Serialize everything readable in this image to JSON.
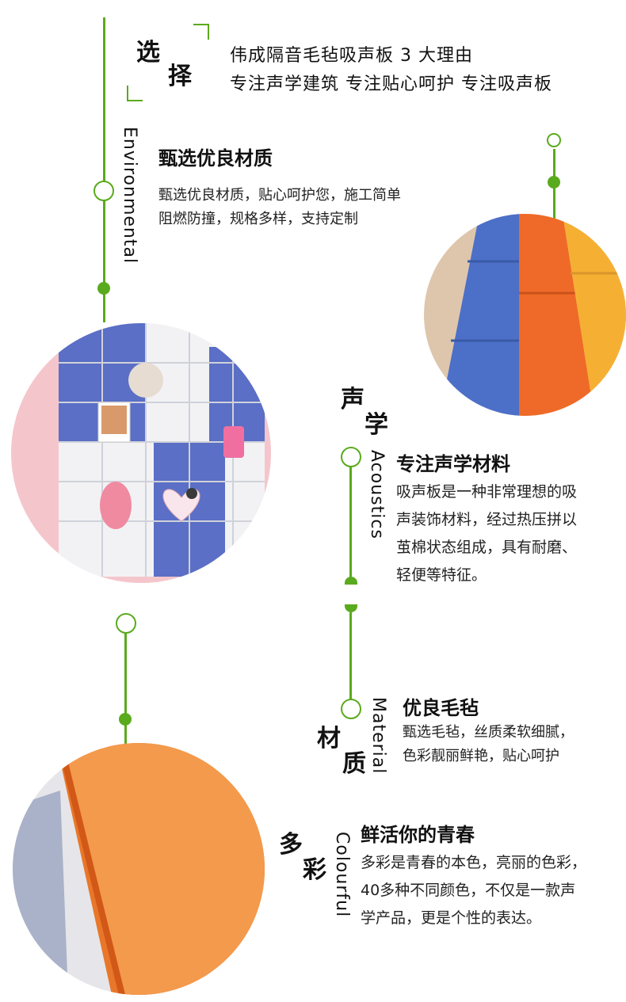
{
  "colors": {
    "green": "#5aaa1e"
  },
  "header": {
    "char1": "选",
    "char2": "择",
    "line1": "伟成隔音毛毡吸声板 3 大理由",
    "line2": "专注声学建筑 专注贴心呵护 专注吸声板"
  },
  "section_environmental": {
    "vertical_label": "Environmental",
    "title": "甄选优良材质",
    "lines": [
      "甄选优良材质，贴心呵护您，施工简单",
      "阻燃防撞，规格多样，支持定制"
    ]
  },
  "section_acoustics": {
    "char1": "声",
    "char2": "学",
    "vertical_label": "Acoustics",
    "title": "专注声学材料",
    "lines": [
      "吸声板是一种非常理想的吸",
      "声装饰材料，经过热压拼以",
      "茧棉状态组成，具有耐磨、",
      "轻便等特征。"
    ]
  },
  "section_material": {
    "char1": "材",
    "char2": "质",
    "vertical_label": "Material",
    "title": "优良毛毡",
    "lines": [
      "甄选毛毡，丝质柔软细腻，",
      "色彩靓丽鲜艳，贴心呵护"
    ]
  },
  "section_colourful": {
    "char1": "多",
    "char2": "彩",
    "vertical_label": "Colourful",
    "title": "鲜活你的青春",
    "lines": [
      "多彩是青春的本色，亮丽的色彩，",
      "40多种不同颜色，不仅是一款声",
      "学产品，更是个性的表达。"
    ]
  }
}
